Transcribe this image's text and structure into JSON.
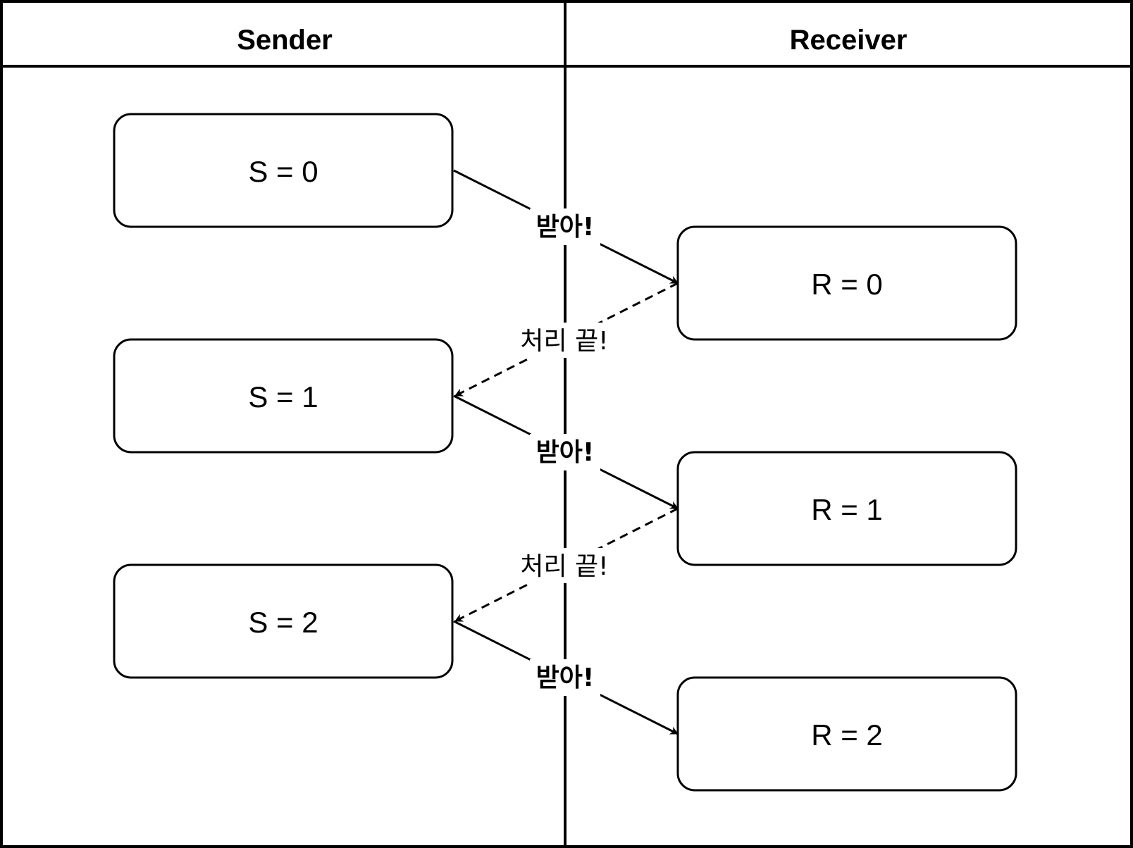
{
  "lanes": {
    "sender_title": "Sender",
    "receiver_title": "Receiver"
  },
  "sender_states": [
    "S = 0",
    "S = 1",
    "S = 2"
  ],
  "receiver_states": [
    "R = 0",
    "R = 1",
    "R = 2"
  ],
  "edges": {
    "send_label": "받아!",
    "ack_label": "처리 끝!"
  }
}
